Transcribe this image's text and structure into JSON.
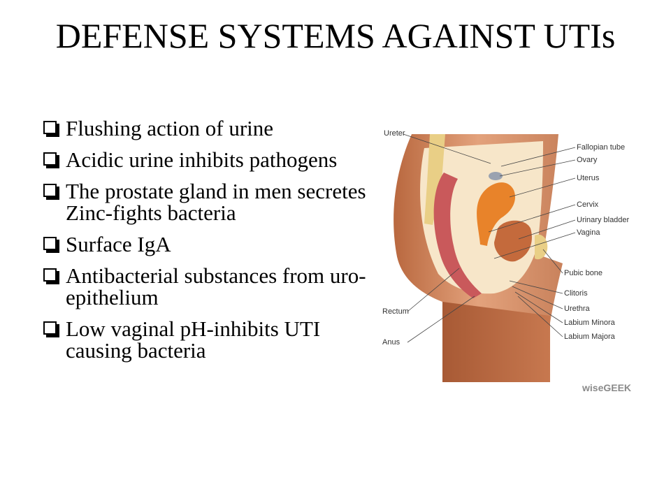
{
  "slide": {
    "title": "DEFENSE SYSTEMS AGAINST UTIs",
    "bullets": [
      {
        "text": "Flushing action of urine"
      },
      {
        "text": "Acidic urine inhibits pathogens"
      },
      {
        "text": "The prostate gland in men secretes Zinc-fights bacteria"
      },
      {
        "text": "Surface IgA"
      },
      {
        "text": "Antibacterial substances from uro-epithelium"
      },
      {
        "text": "Low vaginal pH-inhibits UTI causing bacteria"
      }
    ]
  },
  "diagram": {
    "labels": {
      "ureter": "Ureter",
      "fallopian_tube": "Fallopian tube",
      "ovary": "Ovary",
      "uterus": "Uterus",
      "cervix": "Cervix",
      "urinary_bladder": "Urinary bladder",
      "vagina": "Vagina",
      "pubic_bone": "Pubic bone",
      "clitoris": "Clitoris",
      "urethra": "Urethra",
      "labium_minora": "Labium Minora",
      "labium_majora": "Labium Majora",
      "rectum": "Rectum",
      "anus": "Anus"
    },
    "watermark": "wiseGEEK"
  }
}
